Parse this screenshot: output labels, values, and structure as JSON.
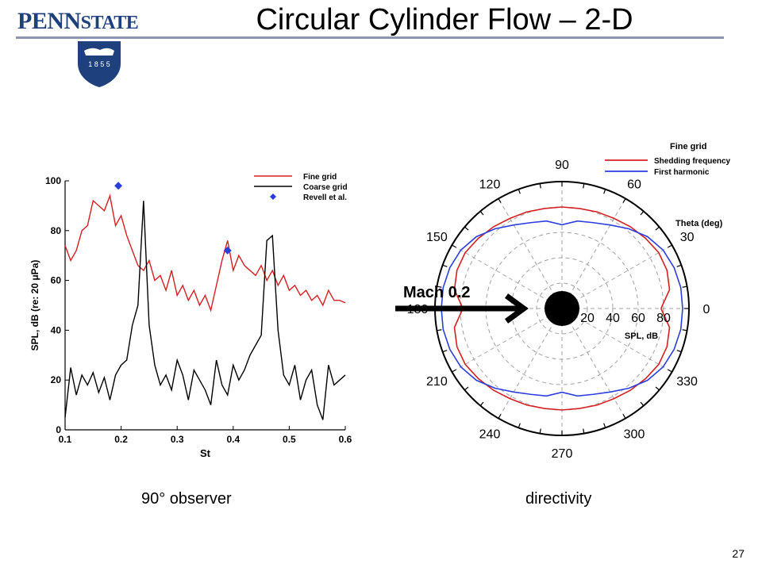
{
  "slide": {
    "logo_main": "PENN",
    "logo_second": "STATE",
    "shield_year": "1 8 5 5",
    "title": "Circular Cylinder Flow – 2-D",
    "caption_left": "90° observer",
    "caption_right": "directivity",
    "page_number": "27"
  },
  "colors": {
    "fine": "#d62020",
    "coarse": "#000000",
    "revell": "#2a3fdc",
    "harmonic": "#2a3fdc",
    "brand": "#1e407c"
  },
  "chart_data": [
    {
      "type": "line",
      "xlabel": "St",
      "ylabel": "SPL, dB (re: 20 μPa)",
      "xlim": [
        0.1,
        0.6
      ],
      "ylim": [
        0,
        100
      ],
      "xticks": [
        "0.1",
        "0.2",
        "0.3",
        "0.4",
        "0.5",
        "0.6"
      ],
      "yticks": [
        "0",
        "20",
        "40",
        "60",
        "80",
        "100"
      ],
      "legend_position": "top-right",
      "series": [
        {
          "name": "Fine grid",
          "style": "line",
          "x": [
            0.1,
            0.11,
            0.12,
            0.13,
            0.14,
            0.15,
            0.16,
            0.17,
            0.18,
            0.19,
            0.2,
            0.21,
            0.22,
            0.23,
            0.24,
            0.25,
            0.26,
            0.27,
            0.28,
            0.29,
            0.3,
            0.31,
            0.32,
            0.33,
            0.34,
            0.35,
            0.36,
            0.37,
            0.38,
            0.39,
            0.4,
            0.41,
            0.42,
            0.43,
            0.44,
            0.45,
            0.46,
            0.47,
            0.48,
            0.49,
            0.5,
            0.51,
            0.52,
            0.53,
            0.54,
            0.55,
            0.56,
            0.57,
            0.58,
            0.59,
            0.6
          ],
          "y": [
            74,
            68,
            72,
            80,
            82,
            92,
            90,
            88,
            94,
            82,
            86,
            78,
            72,
            66,
            64,
            68,
            60,
            62,
            56,
            64,
            54,
            58,
            52,
            56,
            50,
            54,
            48,
            58,
            68,
            76,
            64,
            70,
            66,
            64,
            62,
            66,
            60,
            64,
            58,
            62,
            56,
            58,
            54,
            56,
            52,
            54,
            50,
            56,
            52,
            52,
            51
          ]
        },
        {
          "name": "Coarse grid",
          "style": "line",
          "x": [
            0.1,
            0.11,
            0.12,
            0.13,
            0.14,
            0.15,
            0.16,
            0.17,
            0.18,
            0.19,
            0.2,
            0.21,
            0.22,
            0.23,
            0.24,
            0.25,
            0.26,
            0.27,
            0.28,
            0.29,
            0.3,
            0.31,
            0.32,
            0.33,
            0.34,
            0.35,
            0.36,
            0.37,
            0.38,
            0.39,
            0.4,
            0.41,
            0.42,
            0.43,
            0.44,
            0.45,
            0.46,
            0.47,
            0.48,
            0.49,
            0.5,
            0.51,
            0.52,
            0.53,
            0.54,
            0.55,
            0.56,
            0.57,
            0.58,
            0.59,
            0.6
          ],
          "y": [
            5,
            25,
            14,
            22,
            18,
            23,
            15,
            21,
            12,
            22,
            26,
            28,
            42,
            50,
            92,
            42,
            26,
            18,
            22,
            16,
            28,
            22,
            12,
            24,
            20,
            16,
            10,
            28,
            18,
            14,
            26,
            20,
            24,
            30,
            34,
            38,
            76,
            78,
            40,
            22,
            18,
            26,
            12,
            20,
            24,
            10,
            4,
            26,
            18,
            20,
            22
          ]
        },
        {
          "name": "Revell et al.",
          "style": "marker",
          "x": [
            0.195,
            0.39
          ],
          "y": [
            98,
            72
          ]
        }
      ]
    },
    {
      "type": "polar",
      "angle_label": "Theta (deg)",
      "radius_label": "SPL, dB",
      "rlim": [
        0,
        100
      ],
      "radius_ticks": [
        "20",
        "40",
        "60",
        "80"
      ],
      "angle_ticks": [
        "0",
        "30",
        "60",
        "90",
        "120",
        "150",
        "180",
        "210",
        "240",
        "270",
        "300",
        "330"
      ],
      "legend_title": "Fine grid",
      "annotation": "Mach 0.2",
      "series": [
        {
          "name": "Shedding frequency",
          "theta": [
            0,
            10,
            20,
            30,
            40,
            50,
            60,
            70,
            80,
            90,
            100,
            110,
            120,
            130,
            140,
            150,
            160,
            170,
            180,
            190,
            200,
            210,
            220,
            230,
            240,
            250,
            260,
            270,
            280,
            290,
            300,
            310,
            320,
            330,
            340,
            350,
            360
          ],
          "r": [
            78,
            86,
            88,
            88,
            86,
            84,
            82,
            81,
            80,
            80,
            80,
            81,
            82,
            84,
            86,
            88,
            88,
            86,
            78,
            86,
            88,
            88,
            86,
            84,
            82,
            81,
            80,
            80,
            80,
            81,
            82,
            84,
            86,
            88,
            88,
            86,
            78
          ]
        },
        {
          "name": "First harmonic",
          "theta": [
            0,
            10,
            20,
            30,
            40,
            50,
            60,
            70,
            80,
            90,
            100,
            110,
            120,
            130,
            140,
            150,
            160,
            170,
            180,
            190,
            200,
            210,
            220,
            230,
            240,
            250,
            260,
            270,
            280,
            290,
            300,
            310,
            320,
            330,
            340,
            350,
            360
          ],
          "r": [
            95,
            95,
            94,
            92,
            88,
            82,
            76,
            72,
            70,
            66,
            70,
            72,
            76,
            82,
            88,
            92,
            94,
            95,
            95,
            95,
            94,
            92,
            88,
            82,
            76,
            72,
            70,
            66,
            70,
            72,
            76,
            82,
            88,
            92,
            94,
            95,
            95
          ]
        }
      ]
    }
  ]
}
